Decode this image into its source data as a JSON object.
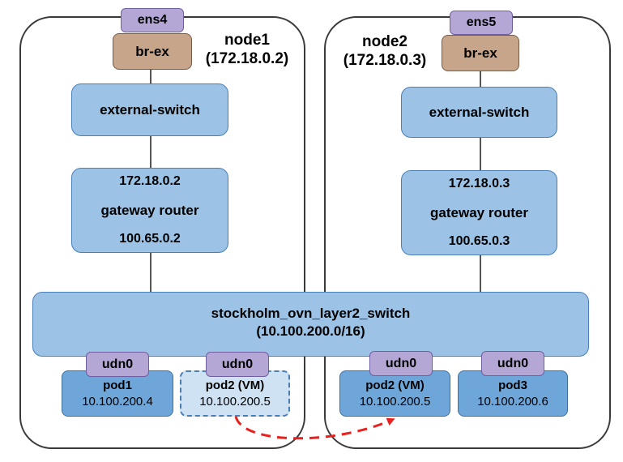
{
  "node1": {
    "name": "node1",
    "ip": "(172.18.0.2)",
    "interface": "ens4",
    "bridge": "br-ex",
    "external_switch": "external-switch",
    "gateway_router": {
      "top_ip": "172.18.0.2",
      "label": "gateway router",
      "bottom_ip": "100.65.0.2"
    },
    "pods": [
      {
        "iface": "udn0",
        "name": "pod1",
        "ip": "10.100.200.4"
      },
      {
        "iface": "udn0",
        "name": "pod2 (VM)",
        "ip": "10.100.200.5"
      }
    ]
  },
  "node2": {
    "name": "node2",
    "ip": "(172.18.0.3)",
    "interface": "ens5",
    "bridge": "br-ex",
    "external_switch": "external-switch",
    "gateway_router": {
      "top_ip": "172.18.0.3",
      "label": "gateway router",
      "bottom_ip": "100.65.0.3"
    },
    "pods": [
      {
        "iface": "udn0",
        "name": "pod2 (VM)",
        "ip": "10.100.200.5"
      },
      {
        "iface": "udn0",
        "name": "pod3",
        "ip": "10.100.200.6"
      }
    ]
  },
  "layer2_switch": {
    "name": "stockholm_ovn_layer2_switch",
    "subnet": "(10.100.200.0/16)"
  },
  "colors": {
    "switch_fill": "#9cc3e6",
    "pod_fill": "#6ea6d9",
    "iface_fill": "#b4a7d6",
    "bridge_fill": "#c6a58a",
    "migration_arrow": "#e8201e"
  }
}
